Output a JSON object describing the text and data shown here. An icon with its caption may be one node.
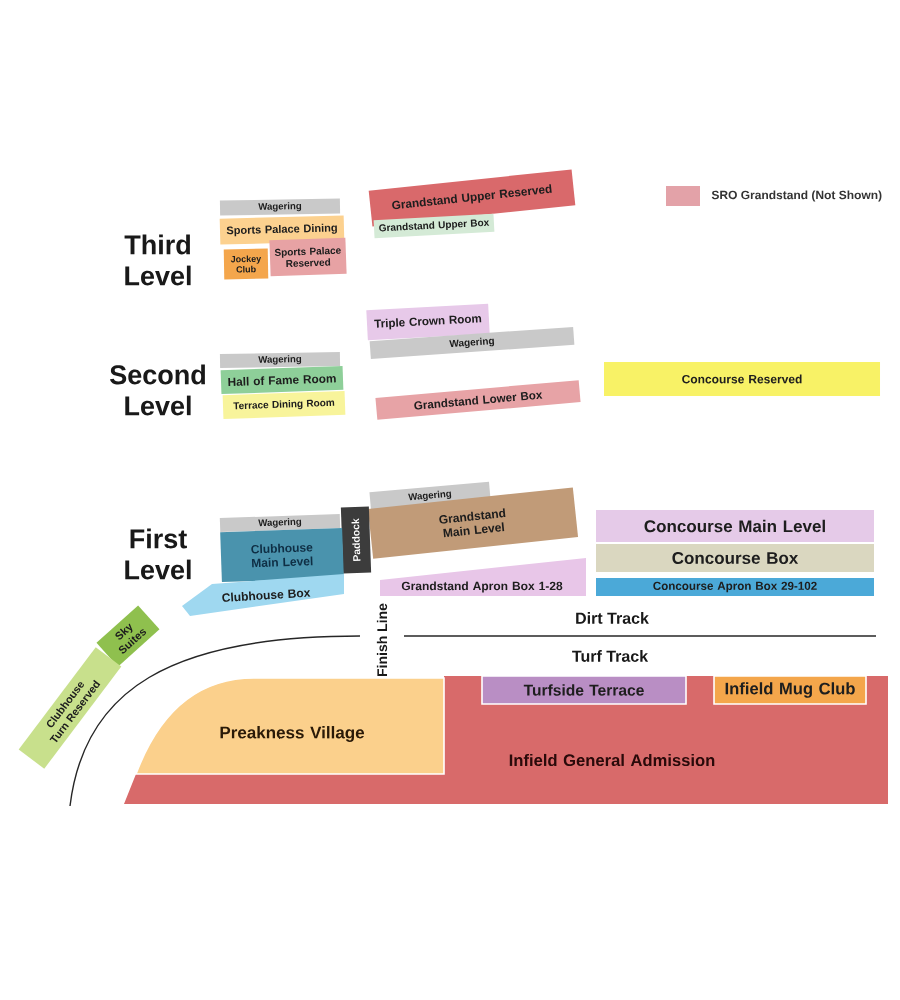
{
  "diagram": {
    "nodes": [
      {
        "text": [
          "Wagering"
        ]
      },
      {
        "text": [
          "Sports Palace Dining"
        ]
      },
      {
        "text": [
          "Jockey Club"
        ]
      },
      {
        "text": [
          "Sports Palace Reserved"
        ]
      },
      {
        "text": [
          "Grandstand Upper Reserved"
        ]
      },
      {
        "text": [
          "Grandstand Upper Box"
        ]
      },
      {
        "text": [
          "Triple Crown Room"
        ]
      },
      {
        "text": [
          "Wagering"
        ]
      },
      {
        "text": [
          "Wagering"
        ]
      },
      {
        "text": [
          "Hall of Fame Room"
        ]
      },
      {
        "text": [
          "Terrace Dining Room"
        ]
      },
      {
        "text": [
          "Concourse Reserved"
        ]
      },
      {
        "text": [
          "Grandstand Lower Box"
        ]
      },
      {
        "text": [
          "Wagering"
        ]
      },
      {
        "text": [
          "Grandstand Main Level"
        ]
      },
      {
        "text": [
          "Wagering"
        ]
      },
      {
        "text": [
          "Paddock"
        ]
      },
      {
        "text": [
          "Clubhouse Main Level"
        ]
      },
      {
        "text": [
          "Concourse Main Level"
        ]
      },
      {
        "text": [
          "Concourse Box"
        ]
      },
      {
        "text": [
          "Grandstand Apron Box 1-28"
        ]
      },
      {
        "text": [
          "Concourse Apron Box 29-102"
        ]
      },
      {
        "text": [
          "Clubhouse Box"
        ]
      },
      {
        "text": [
          "Sky Suites"
        ]
      },
      {
        "text": [
          "Clubhouse Turn Reserved"
        ]
      },
      {
        "text": [
          "Infield General Admission"
        ]
      },
      {
        "text": [
          "Preakness Village"
        ],
        "in": 25
      },
      {
        "text": [
          "Turfside Terrace"
        ],
        "in": 25
      },
      {
        "text": [
          "Infield Mug Club"
        ],
        "in": 25
      }
    ],
    "labels": [
      "Third Level",
      "Second Level",
      "First Level",
      "Finish Line",
      "Dirt Track",
      "Turf Track"
    ],
    "legend": [
      {
        "text": "SRO Grandstand (Not Shown)",
        "color": "#e3a2a8"
      }
    ]
  }
}
